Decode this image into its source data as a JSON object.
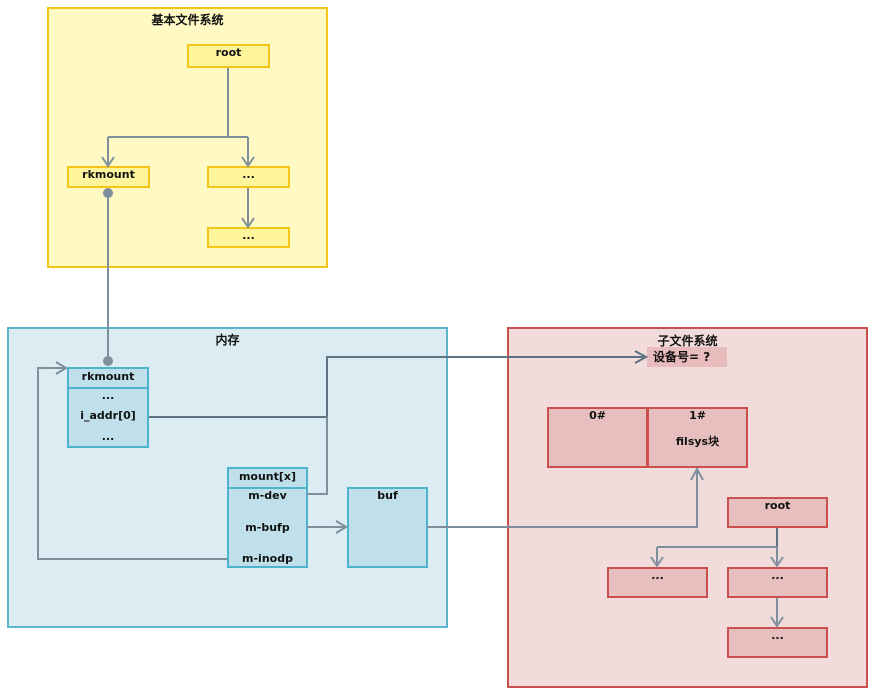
{
  "groups": {
    "base_fs": {
      "title": "基本文件系统",
      "color": "#f5c518"
    },
    "memory": {
      "title": "内存",
      "color": "#5bb5cc"
    },
    "sub_fs": {
      "title": "子文件系统",
      "color": "#c9504f"
    }
  },
  "base_fs_nodes": {
    "root": "root",
    "rkmount": "rkmount",
    "child": "...",
    "grandchild": "..."
  },
  "memory_nodes": {
    "rkmount": {
      "header": "rkmount",
      "rows": [
        "...",
        "i_addr[0]",
        "..."
      ]
    },
    "mount": {
      "header": "mount[x]",
      "rows": [
        "m-dev",
        "m-bufp",
        "m-inodp"
      ]
    },
    "buf": {
      "header": "buf"
    }
  },
  "sub_fs_nodes": {
    "device_label": "设备号= ?",
    "block0": "0#",
    "block1": {
      "title": "1#",
      "subtitle": "filsys块"
    },
    "root": "root",
    "child_left": "...",
    "child_right": "...",
    "grandchild": "..."
  },
  "edge_color": "#7f909c"
}
